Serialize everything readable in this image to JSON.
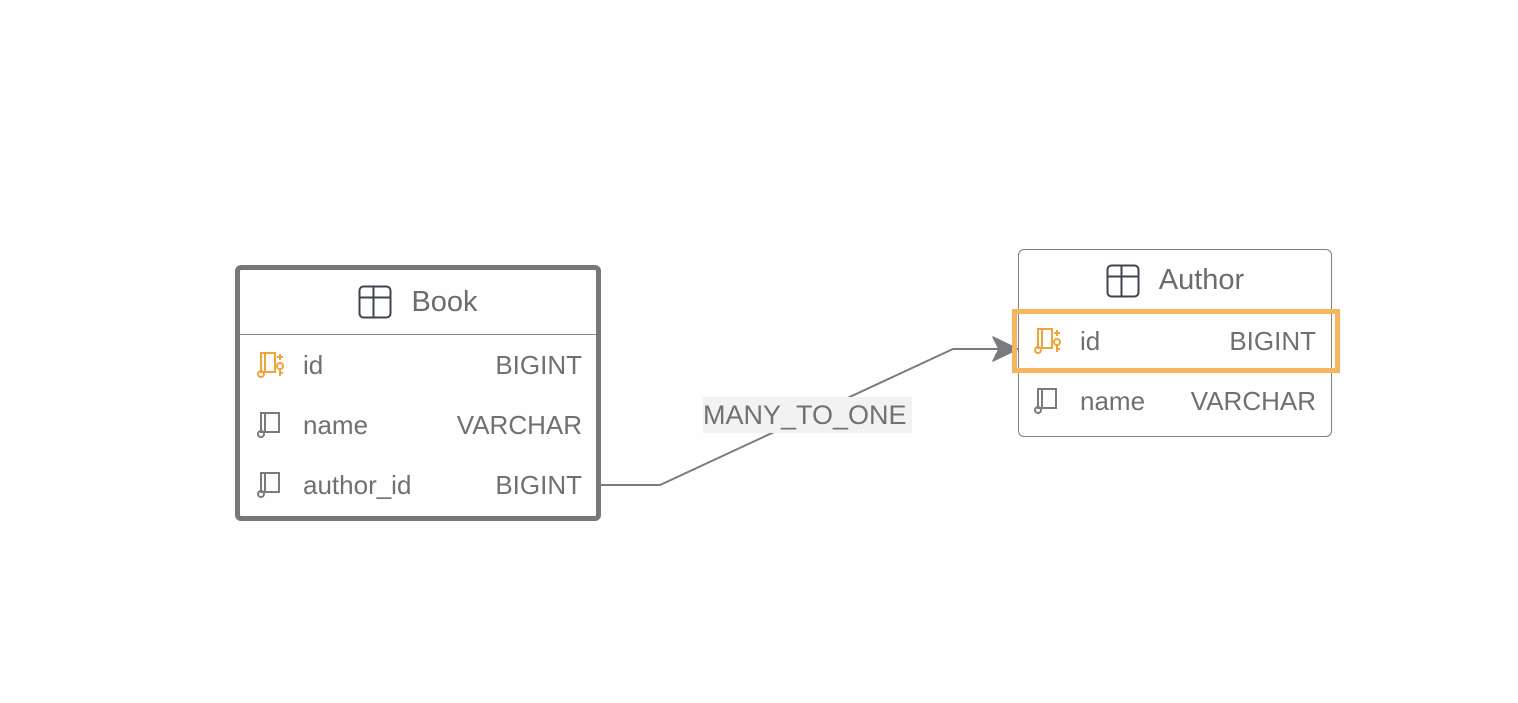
{
  "diagram": {
    "entities": [
      {
        "title": "Book",
        "fields": [
          {
            "name": "id",
            "type": "BIGINT",
            "key": "primary"
          },
          {
            "name": "name",
            "type": "VARCHAR",
            "key": "none"
          },
          {
            "name": "author_id",
            "type": "BIGINT",
            "key": "none"
          }
        ]
      },
      {
        "title": "Author",
        "fields": [
          {
            "name": "id",
            "type": "BIGINT",
            "key": "primary",
            "highlighted": true
          },
          {
            "name": "name",
            "type": "VARCHAR",
            "key": "none"
          }
        ]
      }
    ],
    "relation": {
      "label": "MANY_TO_ONE",
      "from": "Book.author_id",
      "to": "Author.id"
    },
    "colors": {
      "selected_border": "#76777b",
      "key_icon": "#f0a53c",
      "highlight": "#f6b55f",
      "edge": "#7a7b7f",
      "label_bg": "#f2f2f3",
      "text": "#6f7074"
    },
    "icons": {
      "table": "table-icon",
      "primary_key_column": "key-column-icon",
      "column": "column-icon"
    }
  }
}
